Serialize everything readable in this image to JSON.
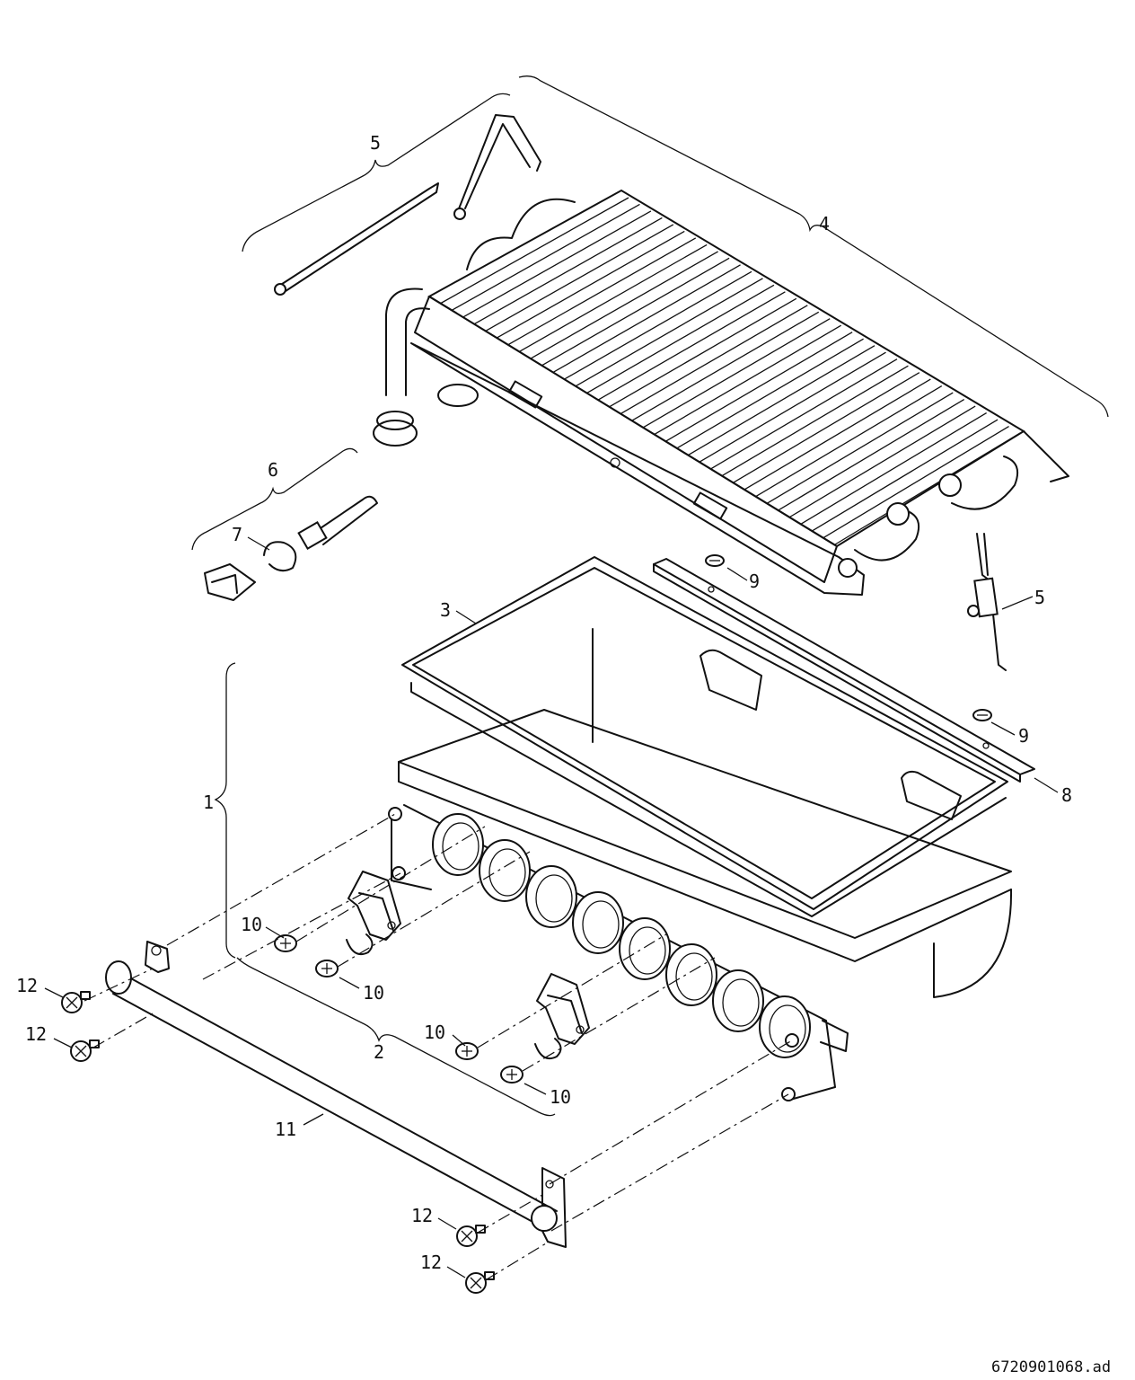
{
  "callouts": {
    "c1": "1",
    "c2": "2",
    "c3": "3",
    "c4": "4",
    "c5a": "5",
    "c5b": "5",
    "c6": "6",
    "c7": "7",
    "c8": "8",
    "c9a": "9",
    "c9b": "9",
    "c10a": "10",
    "c10b": "10",
    "c10c": "10",
    "c10d": "10",
    "c11": "11",
    "c12a": "12",
    "c12b": "12",
    "c12c": "12",
    "c12d": "12"
  },
  "document_id": "6720901068.ad"
}
